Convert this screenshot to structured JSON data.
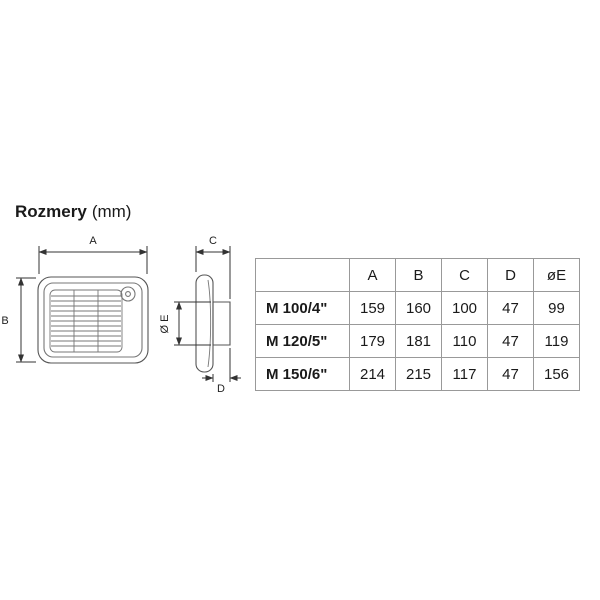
{
  "title": {
    "main": "Rozmery",
    "unit": "(mm)"
  },
  "diagram": {
    "front": {
      "width_label": "A",
      "height_label": "B"
    },
    "side": {
      "depth_label": "C",
      "diameter_label": "Ø E",
      "spigot_label": "D"
    }
  },
  "table": {
    "headers": [
      "",
      "A",
      "B",
      "C",
      "D",
      "øE"
    ],
    "rows": [
      {
        "label": "M 100/4\"",
        "values": [
          159,
          160,
          100,
          47,
          99
        ]
      },
      {
        "label": "M 120/5\"",
        "values": [
          179,
          181,
          110,
          47,
          119
        ]
      },
      {
        "label": "M 150/6\"",
        "values": [
          214,
          215,
          117,
          47,
          156
        ]
      }
    ]
  }
}
